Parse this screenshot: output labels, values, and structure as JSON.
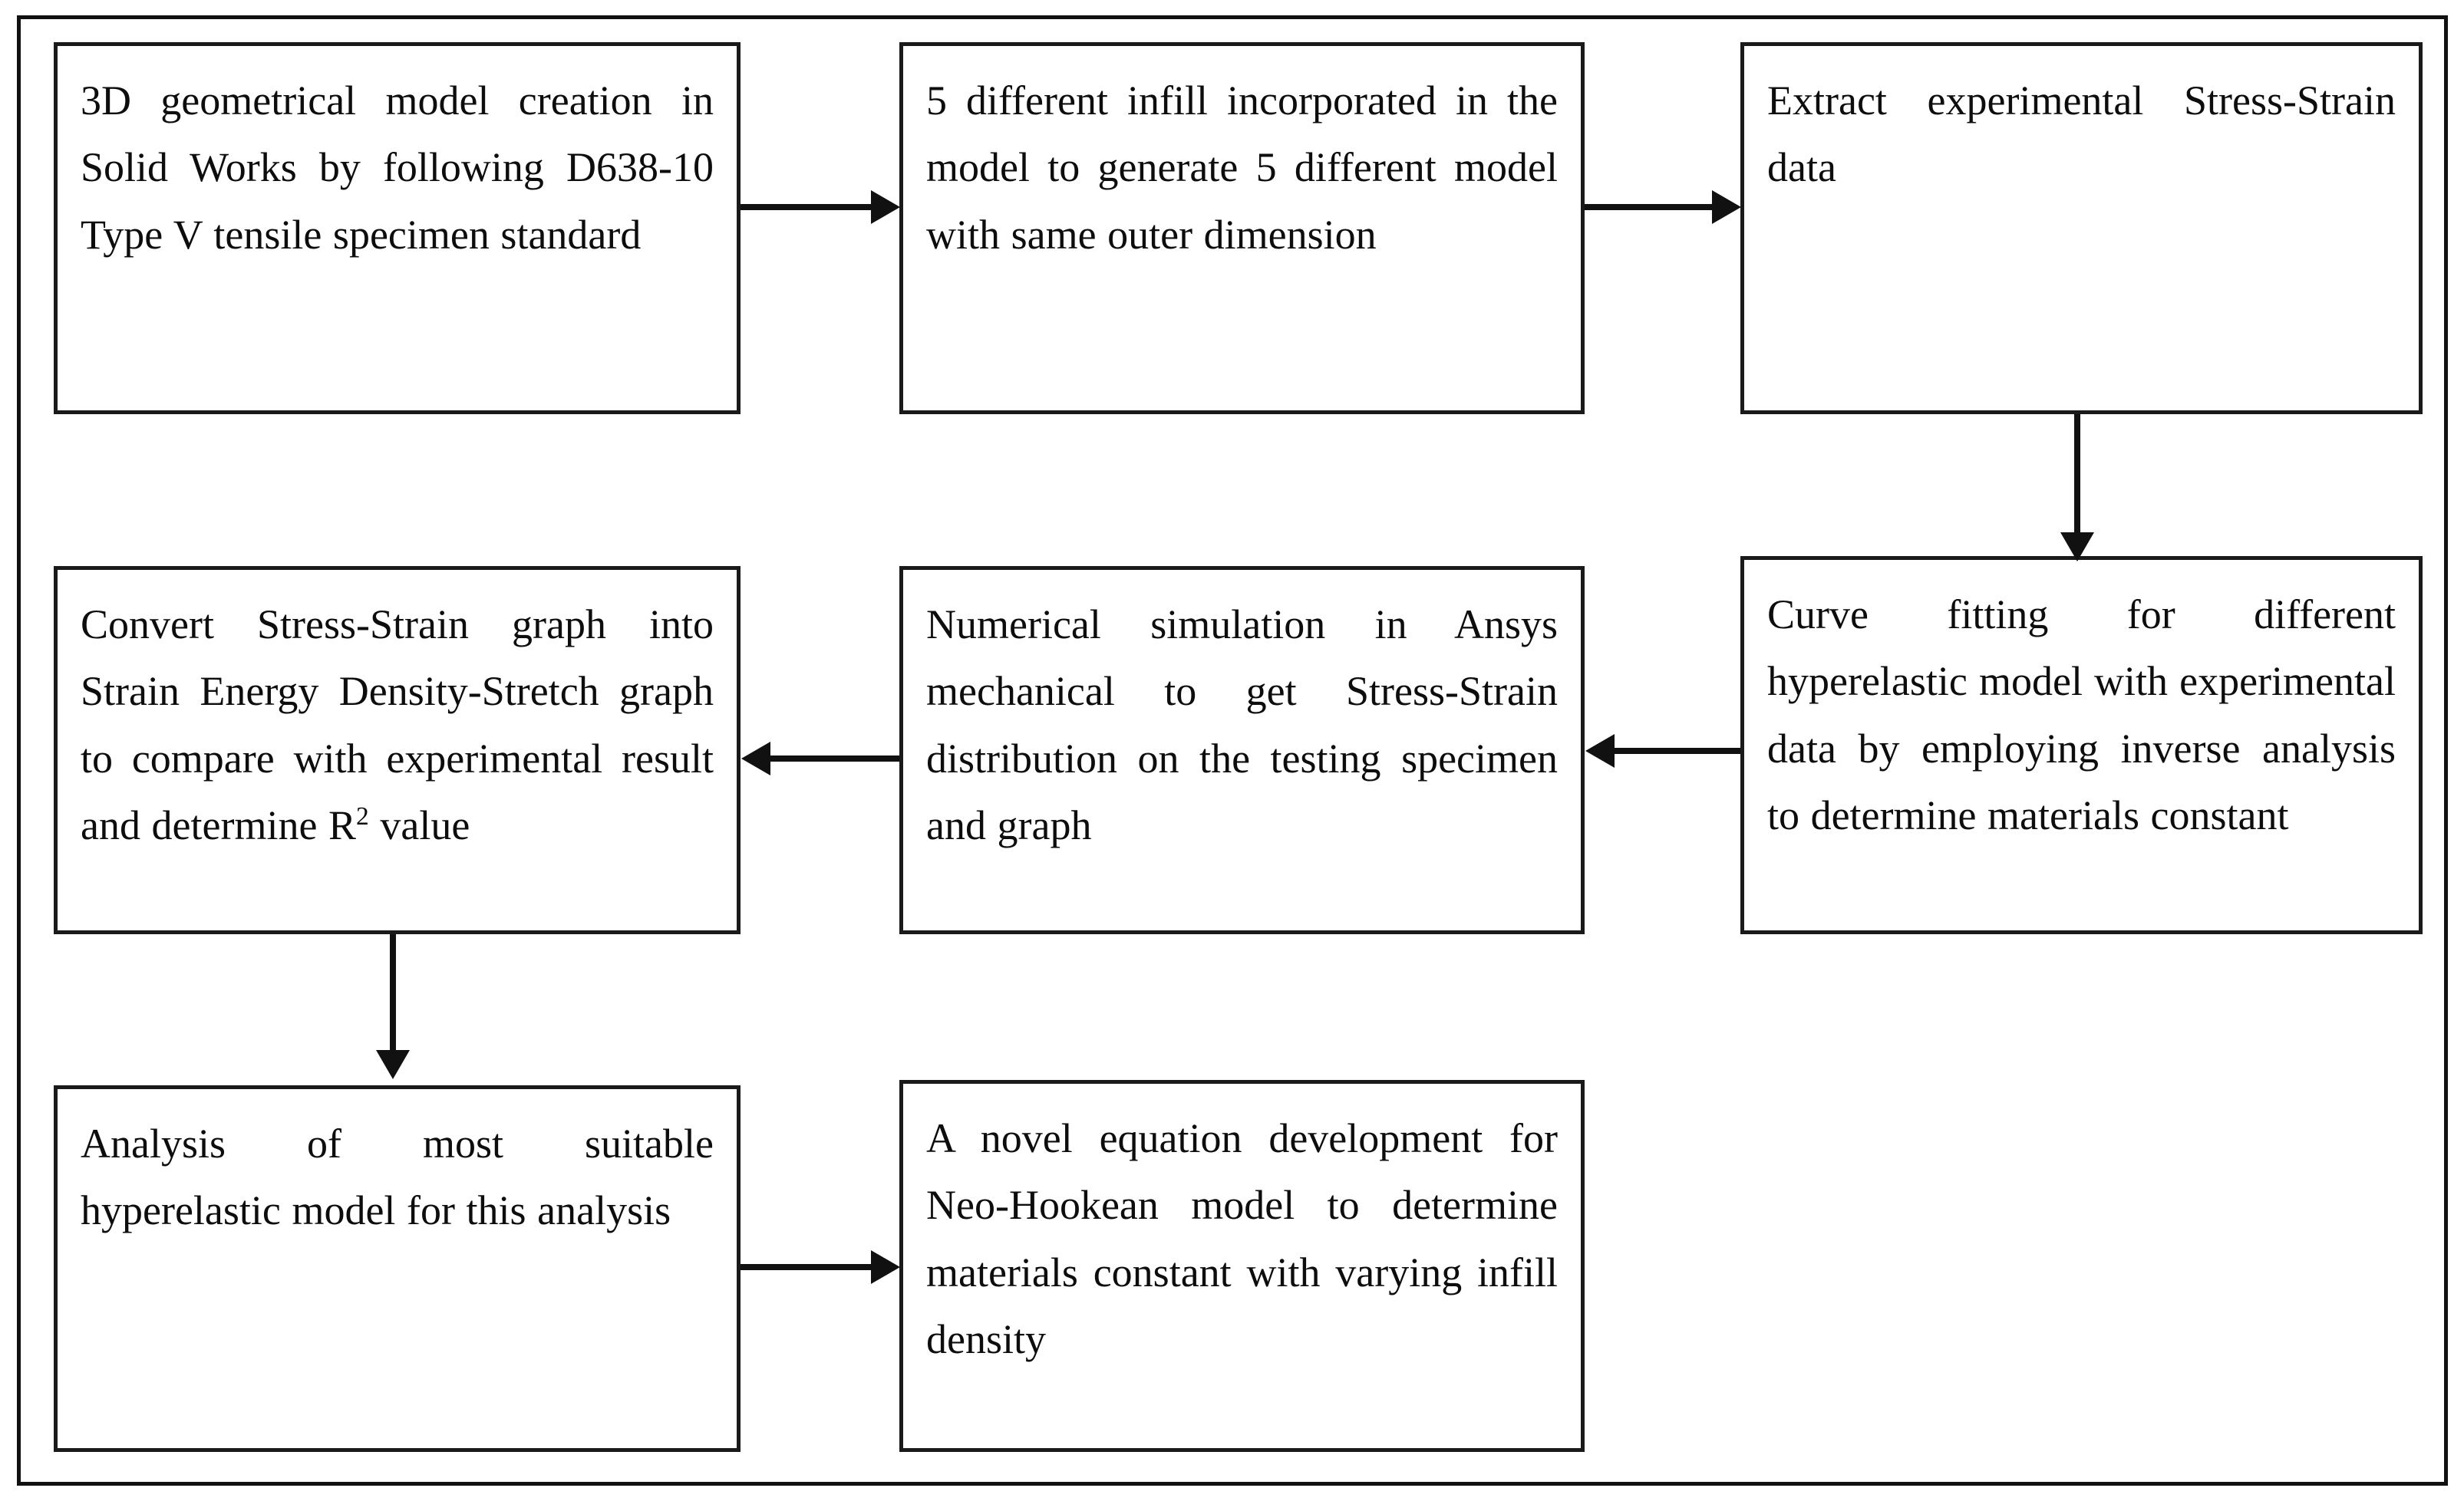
{
  "diagram": {
    "type": "flowchart",
    "orientation": "serpentine-3-column",
    "frame": {
      "style": "rectangle-border"
    },
    "nodes": [
      {
        "id": "n1",
        "label": "3D geometrical model creation in Solid Works by following D638-10 Type V tensile specimen standard",
        "row": 1,
        "col": 1
      },
      {
        "id": "n2",
        "label": "5 different infill incorporated in the model to generate 5 different model with same outer dimension",
        "row": 1,
        "col": 2
      },
      {
        "id": "n3",
        "label": "Extract experimental Stress-Strain data",
        "row": 1,
        "col": 3
      },
      {
        "id": "n4",
        "label_html": "Convert Stress-Strain graph into Strain Energy Density-Stretch graph to compare with experimental result and determine R<sup>2</sup> value",
        "label": "Convert Stress-Strain graph into Strain Energy Density-Stretch graph to compare with experimental result and determine R2 value",
        "row": 2,
        "col": 1
      },
      {
        "id": "n5",
        "label": "Numerical simulation in Ansys mechanical to get Stress-Strain distribution on the testing specimen and graph",
        "row": 2,
        "col": 2
      },
      {
        "id": "n6",
        "label": "Curve fitting for different hyperelastic model with experimental data by employing inverse analysis to determine materials constant",
        "row": 2,
        "col": 3
      },
      {
        "id": "n7",
        "label": "Analysis of most suitable hyperelastic model for this analysis",
        "row": 3,
        "col": 1
      },
      {
        "id": "n8",
        "label": "A novel equation development for Neo-Hookean model to determine materials constant with varying infill density",
        "row": 3,
        "col": 2
      }
    ],
    "edges": [
      {
        "id": "e1",
        "from": "n1",
        "to": "n2",
        "direction": "right"
      },
      {
        "id": "e2",
        "from": "n2",
        "to": "n3",
        "direction": "right"
      },
      {
        "id": "e3",
        "from": "n3",
        "to": "n6",
        "direction": "down"
      },
      {
        "id": "e4",
        "from": "n6",
        "to": "n5",
        "direction": "left"
      },
      {
        "id": "e5",
        "from": "n5",
        "to": "n4",
        "direction": "left"
      },
      {
        "id": "e6",
        "from": "n4",
        "to": "n7",
        "direction": "down"
      },
      {
        "id": "e7",
        "from": "n7",
        "to": "n8",
        "direction": "right"
      }
    ],
    "colors": {
      "box_border": "#1a1a1a",
      "frame_border": "#111111",
      "arrow": "#111111",
      "text": "#0d0d0d",
      "background": "#ffffff"
    }
  }
}
